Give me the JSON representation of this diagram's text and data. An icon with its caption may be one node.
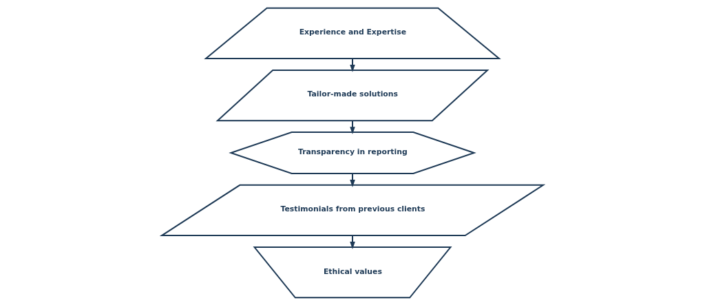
{
  "diagram": {
    "nodes": [
      {
        "text": [
          "Experience and Expertise"
        ]
      },
      {
        "text": [
          "Tailor-made solutions"
        ]
      },
      {
        "text": [
          "Transparency in reporting"
        ]
      },
      {
        "text": [
          "Testimonials from previous clients"
        ]
      },
      {
        "text": [
          "Ethical values"
        ]
      }
    ],
    "edges": [
      {
        "from": 0,
        "to": 1,
        "arrow": "to"
      },
      {
        "from": 1,
        "to": 2,
        "arrow": "to"
      },
      {
        "from": 2,
        "to": 3,
        "arrow": "to"
      },
      {
        "from": 3,
        "to": 4,
        "arrow": "to"
      }
    ]
  }
}
